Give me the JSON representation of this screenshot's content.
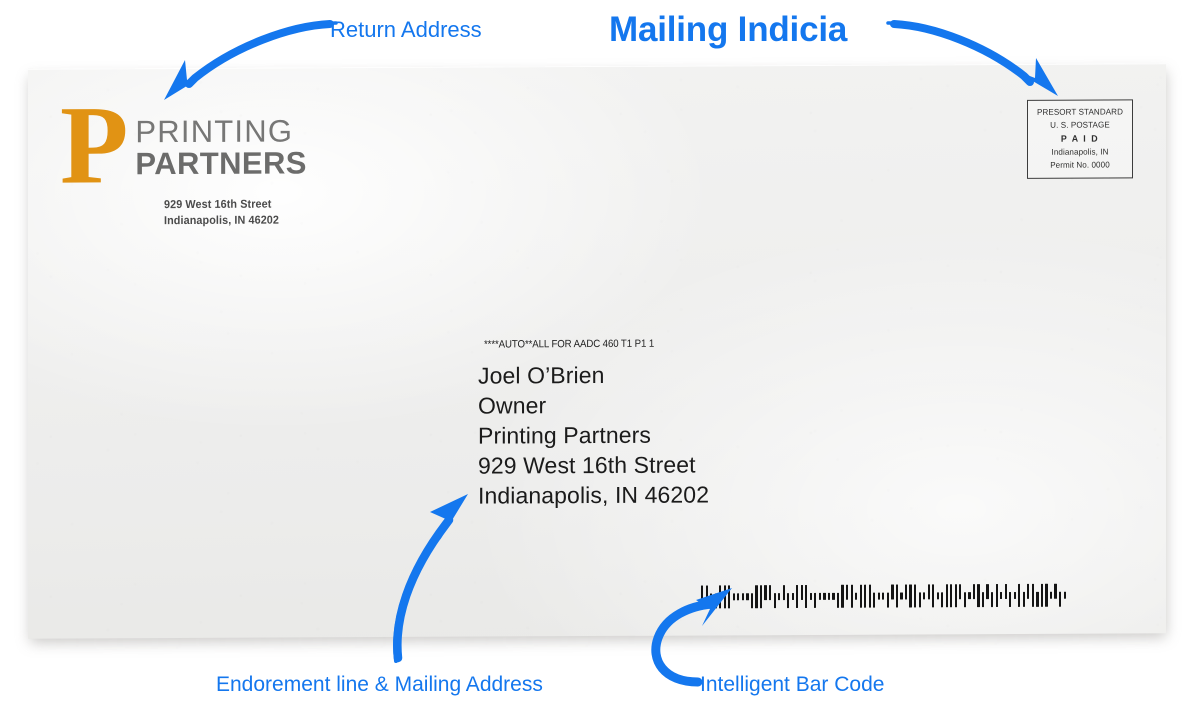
{
  "colors": {
    "accent_blue": "#1477ee",
    "logo_orange": "#e19314",
    "logo_gray": "#6f6f6e",
    "envelope_paper": "#efefee",
    "ink_black": "#1b1b1b"
  },
  "annotations": {
    "return_address": "Return Address",
    "mailing_indicia": "Mailing Indicia",
    "endorsement_address": "Endorement line & Mailing Address",
    "barcode": "Intelligent Bar Code"
  },
  "envelope": {
    "logo": {
      "monogram": "P",
      "name_line1": "PRINTING",
      "name_line2": "PARTNERS"
    },
    "return_address": {
      "line1": "929 West 16th Street",
      "line2": "Indianapolis, IN 46202"
    },
    "indicia": {
      "line1": "PRESORT STANDARD",
      "line2": "U. S. POSTAGE",
      "line3": "P A I D",
      "line4": "Indianapolis, IN",
      "line5": "Permit No. 0000"
    },
    "mailing": {
      "endorsement_line": "****AUTO**ALL FOR AADC 460 T1  P1 1",
      "lines": [
        "Joel O’Brien",
        "Owner",
        "Printing Partners",
        "929 West 16th Street",
        "Indianapolis, IN 46202"
      ]
    },
    "barcode": {
      "type": "intelligent-mail-barcode",
      "bars": "FATDFFFTTTTDFFAADTADTFAFTDTTTTDFAFTFFFDTTDAFTAFFDTAFTDFFFADTAFDADFTADTFDAFDFFTADT"
    }
  }
}
